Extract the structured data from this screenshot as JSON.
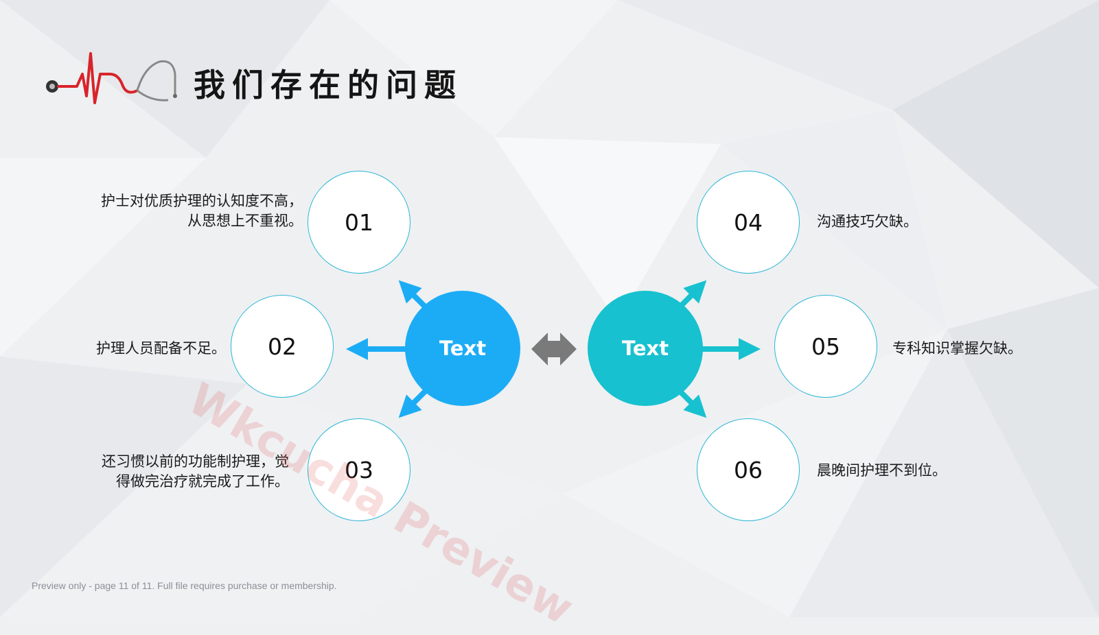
{
  "slide": {
    "title": "我们存在的问题",
    "footer": "Preview only - page 11 of 11. Full file requires purchase or membership.",
    "watermark": "Wkcucha Preview"
  },
  "left_hub": {
    "label": "Text",
    "color": "#1cacf5"
  },
  "right_hub": {
    "label": "Text",
    "color": "#17c1cf"
  },
  "items": [
    {
      "number": "01",
      "text_line1": "护士对优质护理的认知度不高，",
      "text_line2": "从思想上不重视。"
    },
    {
      "number": "02",
      "text_line1": "护理人员配备不足。"
    },
    {
      "number": "03",
      "text_line1": "还习惯以前的功能制护理，觉",
      "text_line2": "得做完治疗就完成了工作。"
    },
    {
      "number": "04",
      "text_line1": "沟通技巧欠缺。"
    },
    {
      "number": "05",
      "text_line1": "专科知识掌握欠缺。"
    },
    {
      "number": "06",
      "text_line1": "晨晚间护理不到位。"
    }
  ],
  "colors": {
    "circle_border": "#2bb6d6",
    "double_arrow": "#7a7a7a",
    "stethoscope_red": "#d8242a"
  }
}
